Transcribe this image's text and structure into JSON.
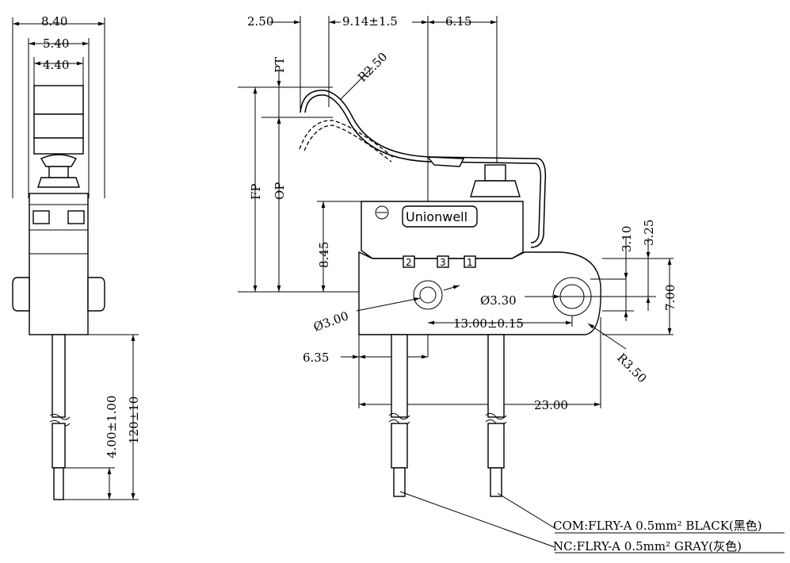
{
  "side_view": {
    "width_overall": "8.40",
    "width_mid": "5.40",
    "width_inner": "4.40",
    "lead_strip": "4.00±1.00",
    "cable_length": "120±10"
  },
  "front_view": {
    "offset_left": "2.50",
    "lever_travel": "9.14±1.5",
    "offset_right": "6.15",
    "lever_radius": "R2.50",
    "label_pt": "PT",
    "label_fp": "FP",
    "label_op": "OP",
    "body_height": "8.45",
    "brand": "Unionwell",
    "pin_2": "2",
    "pin_3": "3",
    "pin_1": "1",
    "dim_310": "3.10",
    "dim_325": "3.25",
    "dim_700": "7.00",
    "hole_left": "Ø3.00",
    "hole_right": "Ø3.30",
    "hole_pitch": "13.00±0.15",
    "mount_radius": "R3.50",
    "edge_offset": "6.35",
    "overall_length": "23.00"
  },
  "wire_notes": {
    "com": "COM:FLRY-A 0.5mm² BLACK(黑色)",
    "nc": "NC:FLRY-A 0.5mm² GRAY(灰色)"
  }
}
